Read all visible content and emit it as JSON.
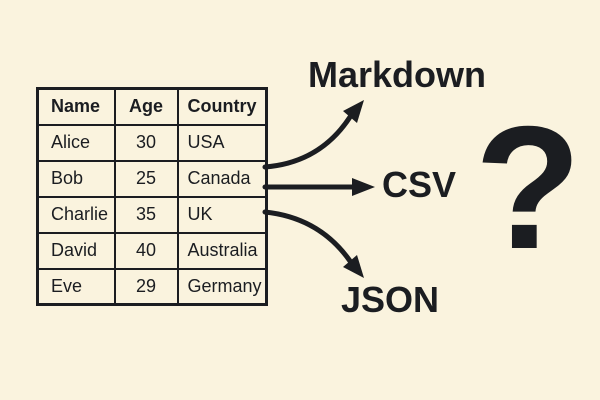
{
  "colors": {
    "background": "#FAF3DE",
    "ink": "#1B1D21"
  },
  "table": {
    "headers": [
      "Name",
      "Age",
      "Country"
    ],
    "rows": [
      [
        "Alice",
        "30",
        "USA"
      ],
      [
        "Bob",
        "25",
        "Canada"
      ],
      [
        "Charlie",
        "35",
        "UK"
      ],
      [
        "David",
        "40",
        "Australia"
      ],
      [
        "Eve",
        "29",
        "Germany"
      ]
    ]
  },
  "formats": {
    "top": "Markdown",
    "middle": "CSV",
    "bottom": "JSON"
  },
  "question_mark": "?"
}
